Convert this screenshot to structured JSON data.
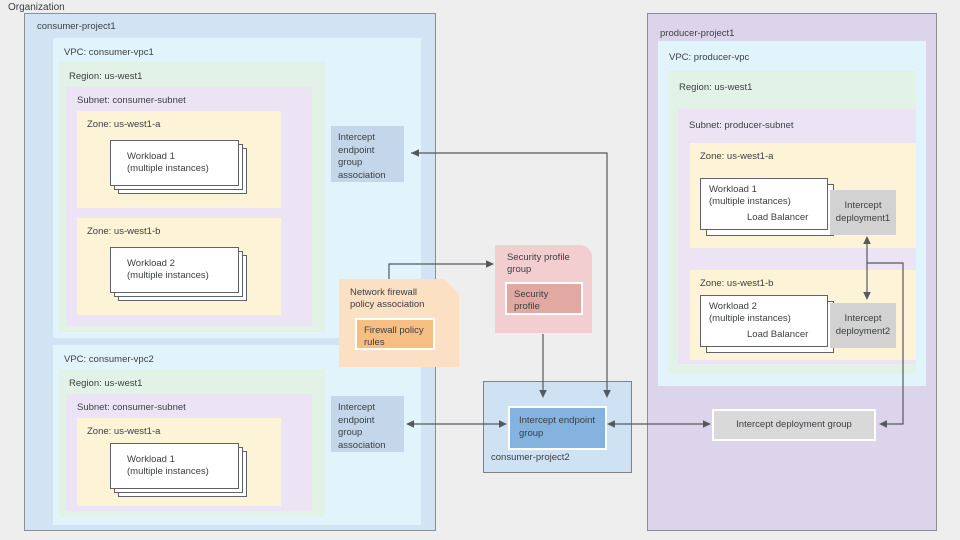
{
  "diagram": {
    "org_label": "Organization",
    "title": "Organization"
  },
  "consumer_project1": {
    "label": "consumer-project1",
    "vpc1": {
      "label": "VPC: consumer-vpc1",
      "region": {
        "label": "Region: us-west1",
        "subnet": {
          "label": "Subnet: consumer-subnet",
          "zones": [
            {
              "label": "Zone: us-west1-a",
              "workload": {
                "name": "Workload 1",
                "detail": "(multiple instances)"
              }
            },
            {
              "label": "Zone: us-west1-b",
              "workload": {
                "name": "Workload 2",
                "detail": "(multiple instances)"
              }
            }
          ]
        }
      }
    },
    "vpc2": {
      "label": "VPC: consumer-vpc2",
      "region": {
        "label": "Region: us-west1",
        "subnet": {
          "label": "Subnet: consumer-subnet",
          "zones": [
            {
              "label": "Zone: us-west1-a",
              "workload": {
                "name": "Workload 1",
                "detail": "(multiple instances)"
              }
            }
          ]
        }
      }
    },
    "ieg_association_1": "Intercept endpoint group association",
    "ieg_association_2": "Intercept endpoint group association"
  },
  "consumer_project2": {
    "label": "consumer-project2",
    "intercept_endpoint_group": "Intercept endpoint group"
  },
  "producer_project1": {
    "label": "producer-project1",
    "vpc": {
      "label": "VPC: producer-vpc",
      "region": {
        "label": "Region: us-west1",
        "subnet": {
          "label": "Subnet: producer-subnet",
          "zones": [
            {
              "label": "Zone: us-west1-a",
              "workload": {
                "name": "Workload 1",
                "detail": "(multiple instances)",
                "lb": "Load Balancer"
              },
              "deployment": "Intercept deployment1"
            },
            {
              "label": "Zone: us-west1-b",
              "workload": {
                "name": "Workload 2",
                "detail": "(multiple instances)",
                "lb": "Load Balancer"
              },
              "deployment": "Intercept deployment2"
            }
          ]
        }
      }
    },
    "intercept_deployment_group": "Intercept deployment group"
  },
  "security": {
    "profile_group_title_line1": "Security profile",
    "profile_group_title_line2": "group",
    "profile_line1": "Security",
    "profile_line2": "profile"
  },
  "firewall": {
    "association_line1": "Network firewall",
    "association_line2": "policy association",
    "rules_line1": "Firewall policy",
    "rules_line2": "rules"
  },
  "colors": {
    "canvas": "#efeeee",
    "project_consumer": "#d2e3f3",
    "project_producer": "#dcd4ea",
    "project_consumer2": "#cfe2f3",
    "vpc": "#e2f4fb",
    "region": "#e3f2e6",
    "subnet": "#ece4f5",
    "zone": "#fdf3d6",
    "intercept_endpoint_group": "#83b3de",
    "intercept_endpoint_group_association": "#c3d6ea",
    "intercept_deployment": "#d2d2d2",
    "intercept_deployment_group": "#d9d9d9",
    "security_profile_group": "#f2ced1",
    "security_profile": "#e2a9a2",
    "firewall_association": "#fbe0c4",
    "firewall_rules": "#f7be82",
    "wire": "#55595e",
    "text": "#3c4043"
  }
}
